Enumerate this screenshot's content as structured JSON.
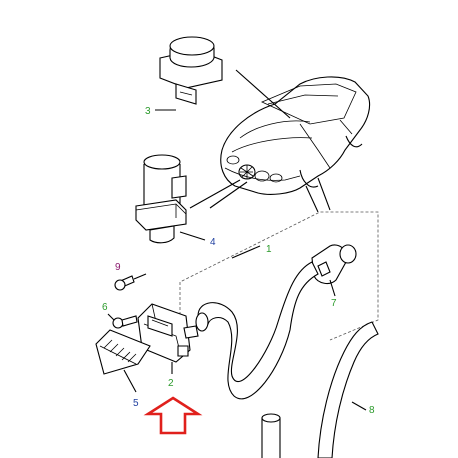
{
  "callouts": [
    {
      "id": "1",
      "label": "1",
      "color": "#2b9a2b"
    },
    {
      "id": "2",
      "label": "2",
      "color": "#2b9a2b"
    },
    {
      "id": "3",
      "label": "3",
      "color": "#2b9a2b"
    },
    {
      "id": "4",
      "label": "4",
      "color": "#1f3f9f"
    },
    {
      "id": "5",
      "label": "5",
      "color": "#1f3f9f"
    },
    {
      "id": "6",
      "label": "6",
      "color": "#2b9a2b"
    },
    {
      "id": "7",
      "label": "7",
      "color": "#2b9a2b"
    },
    {
      "id": "8",
      "label": "8",
      "color": "#2b9a2b"
    },
    {
      "id": "9",
      "label": "9",
      "color": "#8b1a6e"
    }
  ],
  "colors": {
    "line": "#000000",
    "highlight_arrow": "#e0201c",
    "background": "#ffffff"
  },
  "icons": {
    "pointer": "up-arrow-outline-icon"
  }
}
